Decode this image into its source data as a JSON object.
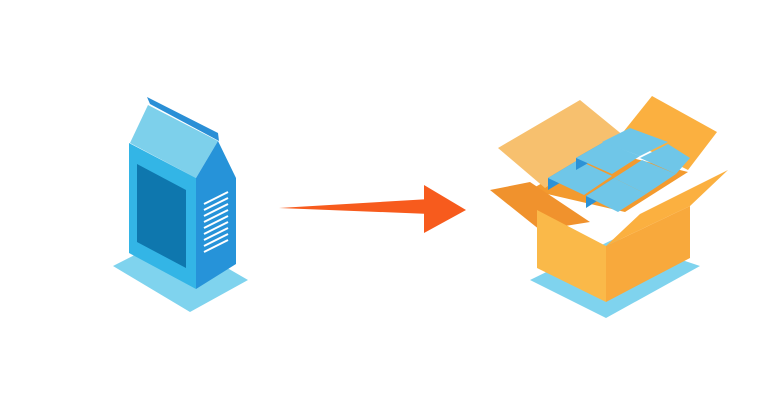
{
  "diagram": {
    "nodes": [
      {
        "id": "single-package",
        "icon": "package-carton-icon"
      },
      {
        "id": "packed-case",
        "icon": "open-box-icon"
      }
    ],
    "edges": [
      {
        "from": "single-package",
        "to": "packed-case",
        "icon": "arrow-right-icon"
      }
    ],
    "colors": {
      "background": "#ffffff",
      "carton_top": "#7DD0EB",
      "carton_front": "#33B5E6",
      "carton_side": "#2693D9",
      "carton_ridge": "#2A8FD6",
      "carton_panel": "#0E77AE",
      "carton_lines": "#FFFFFF",
      "floor_shadow": "#7FD3EE",
      "arrow": "#F75B1D",
      "box_front": "#FAB949",
      "box_side": "#F8A93C",
      "box_inner": "#F39A2E",
      "box_flap_light": "#F7C06E",
      "box_flap_dark": "#F0922D",
      "box_flap_right": "#FBB040",
      "item_top": "#6FC6E8",
      "item_side": "#2D92D6"
    }
  }
}
